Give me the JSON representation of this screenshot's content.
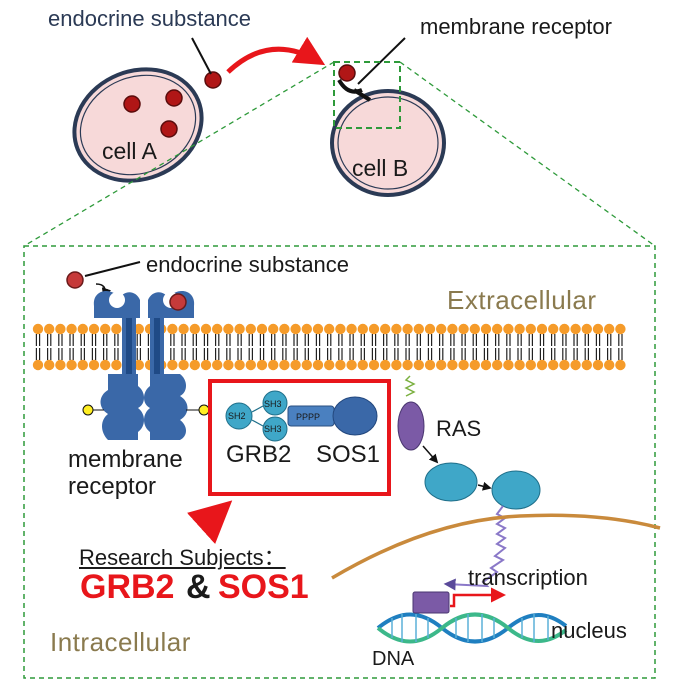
{
  "top": {
    "endocrine_substance": "endocrine substance",
    "membrane_receptor": "membrane receptor",
    "cell_a": "cell A",
    "cell_b": "cell B"
  },
  "detail": {
    "endocrine_substance": "endocrine substance",
    "extracellular": "Extracellular",
    "intracellular": "Intracellular",
    "membrane_receptor": "membrane\nreceptor",
    "grb2": "GRB2",
    "sos1": "SOS1",
    "sh2": "SH2",
    "sh3_a": "SH3",
    "sh3_b": "SH3",
    "pppp": "PPPP",
    "ras": "RAS",
    "transcription": "transcription",
    "nucleus": "nucleus",
    "dna": "DNA"
  },
  "research": {
    "heading": "Research Subjects：",
    "subject_1": "GRB2",
    "connector": "&",
    "subject_2": "SOS1"
  },
  "colors": {
    "cell_fill": "#f7d9d9",
    "cell_border": "#2b3a55",
    "ligand": "#b01616",
    "receptor": "#3a68a8",
    "lipid_head": "#f59b2a",
    "highlight_box": "#e8161b",
    "zoom_box": "#2e9a3a",
    "protein": "#3fa7c8",
    "ras": "#7b5aa6",
    "nucleus_membrane": "#c98a3c",
    "region_label": "#8a7a4e"
  }
}
